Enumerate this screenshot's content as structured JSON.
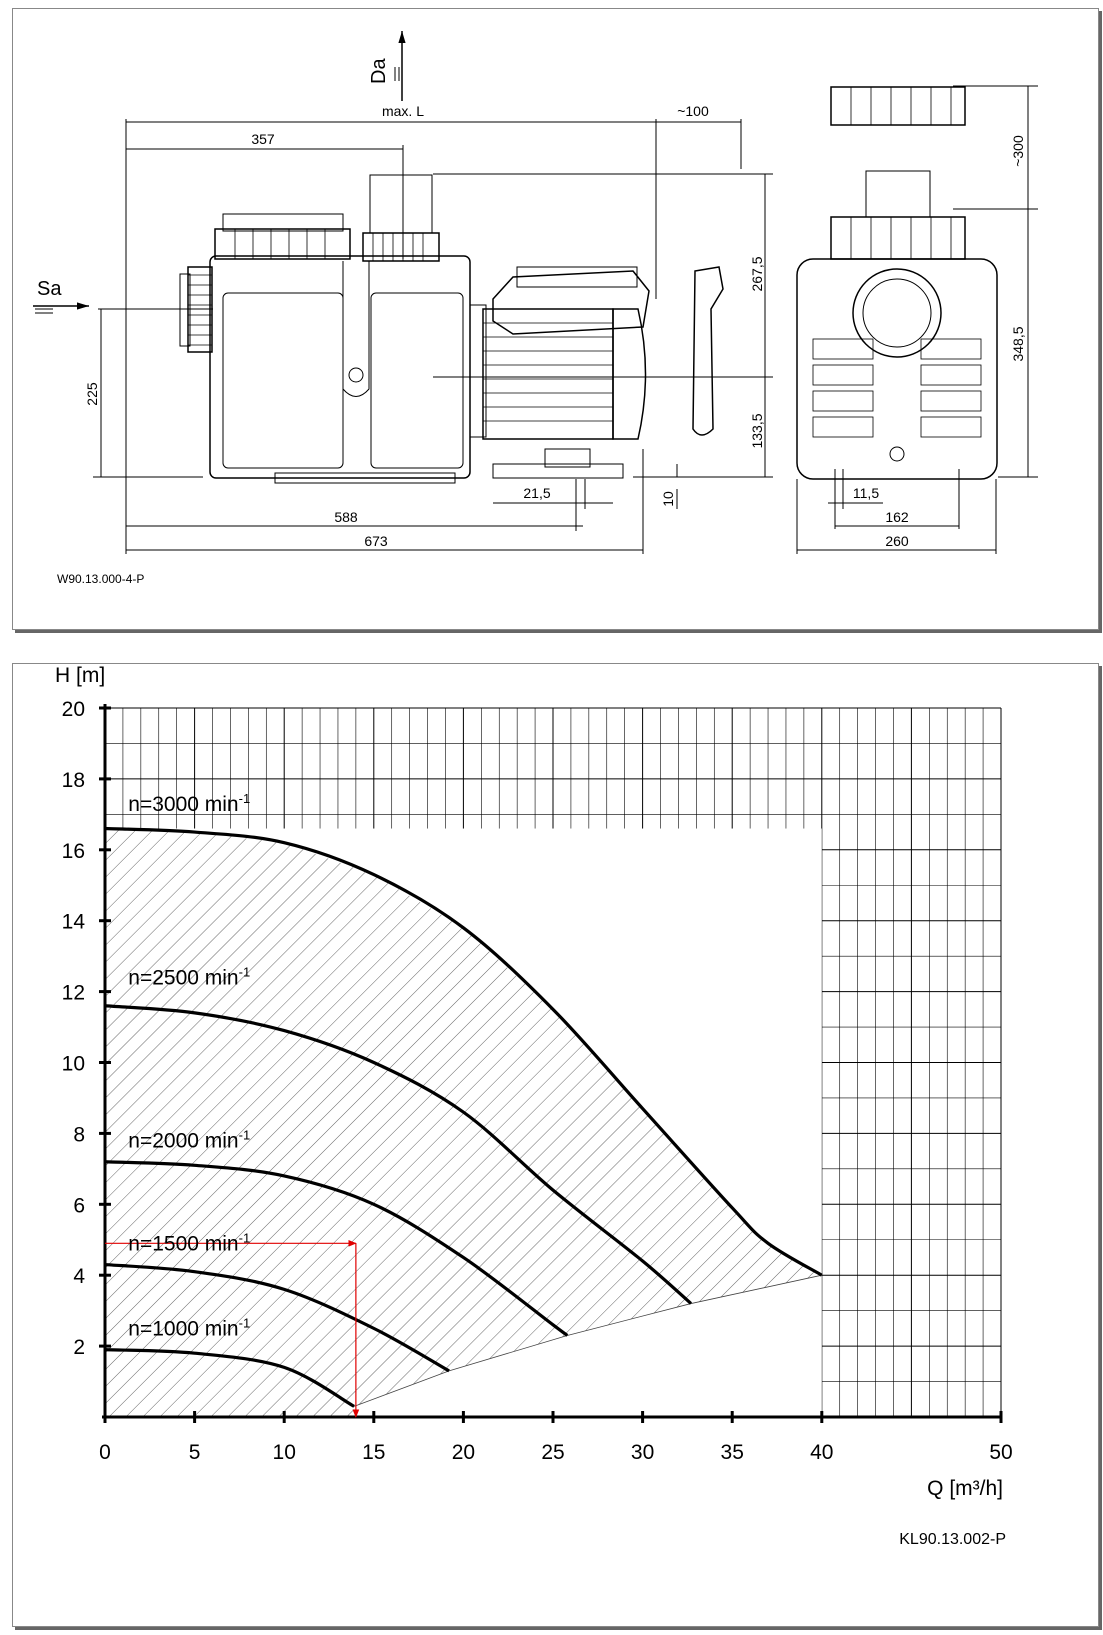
{
  "drawing": {
    "da_label": "Da",
    "sa_label": "Sa",
    "max_l_label": "max. L",
    "dims": {
      "d100": "~100",
      "d357": "357",
      "d267_5": "267,5",
      "d225": "225",
      "d133_5": "133,5",
      "d21_5": "21,5",
      "d10": "10",
      "d588": "588",
      "d673": "673",
      "d300": "~300",
      "d348_5": "348,5",
      "d11_5": "11,5",
      "d162": "162",
      "d260": "260"
    },
    "code": "W90.13.000-4-P"
  },
  "chart_data": {
    "type": "line",
    "ylabel": "H [m]",
    "xlabel": "Q [m³/h]",
    "xlim": [
      0,
      50
    ],
    "ylim": [
      0,
      20
    ],
    "xticks": [
      0,
      5,
      10,
      15,
      20,
      25,
      30,
      35,
      40,
      50
    ],
    "yticks": [
      2,
      4,
      6,
      8,
      10,
      12,
      14,
      16,
      18,
      20
    ],
    "grid": true,
    "series": [
      {
        "name": "n=3000 min",
        "sup": "-1",
        "label_at": [
          1.3,
          17.1
        ],
        "x": [
          0,
          5,
          10,
          15,
          20,
          25,
          30,
          35,
          37,
          40
        ],
        "y": [
          16.6,
          16.5,
          16.2,
          15.3,
          13.8,
          11.5,
          8.7,
          5.9,
          4.9,
          4.0
        ]
      },
      {
        "name": "n=2500 min",
        "sup": "-1",
        "label_at": [
          1.3,
          12.2
        ],
        "x": [
          0,
          5,
          10,
          15,
          20,
          25,
          30,
          32.7
        ],
        "y": [
          11.6,
          11.4,
          10.9,
          10.0,
          8.6,
          6.4,
          4.4,
          3.2
        ]
      },
      {
        "name": "n=2000 min",
        "sup": "-1",
        "label_at": [
          1.3,
          7.6
        ],
        "x": [
          0,
          5,
          10,
          15,
          20,
          25,
          25.8
        ],
        "y": [
          7.2,
          7.1,
          6.8,
          6.0,
          4.5,
          2.6,
          2.3
        ]
      },
      {
        "name": "n=1500 min",
        "sup": "-1",
        "label_at": [
          1.3,
          4.7
        ],
        "x": [
          0,
          5,
          10,
          15,
          19.2
        ],
        "y": [
          4.3,
          4.1,
          3.6,
          2.5,
          1.3
        ]
      },
      {
        "name": "n=1000 min",
        "sup": "-1",
        "label_at": [
          1.3,
          2.3
        ],
        "x": [
          0,
          5,
          10,
          13.9
        ],
        "y": [
          1.9,
          1.8,
          1.4,
          0.3
        ]
      }
    ],
    "boundary": {
      "x": [
        13.9,
        19.2,
        25.8,
        32.7,
        40
      ],
      "y": [
        0.3,
        1.3,
        2.3,
        3.2,
        4.0
      ]
    },
    "operating_point": {
      "x": 14,
      "y": 4.9
    },
    "code": "KL90.13.002-P"
  }
}
